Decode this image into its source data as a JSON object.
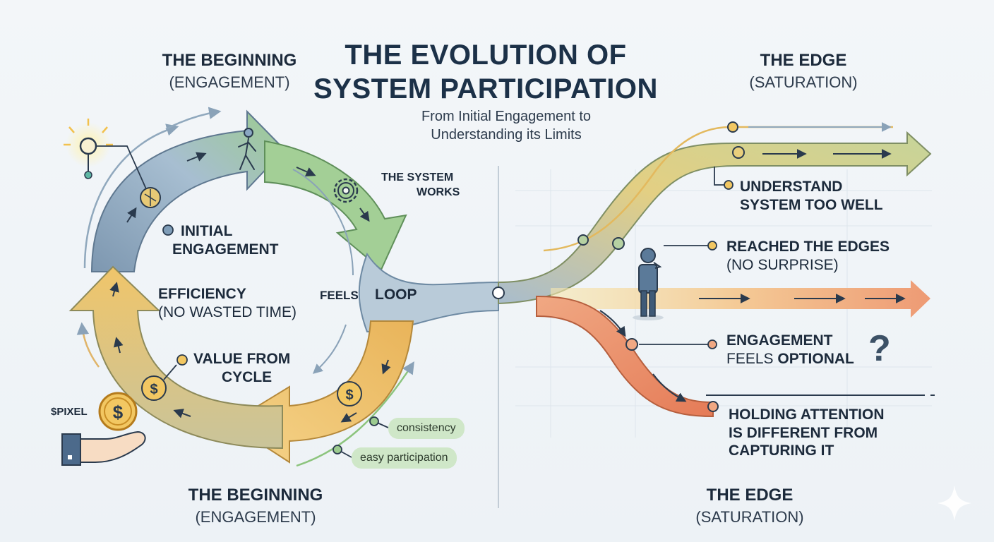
{
  "title": {
    "line1": "THE EVOLUTION OF",
    "line2": "SYSTEM PARTICIPATION"
  },
  "subtitle": {
    "line1": "From Initial Engagement to",
    "line2": "Understanding its Limits"
  },
  "left_header_top": {
    "bold": "THE BEGINNING",
    "regular": "(ENGAGEMENT)"
  },
  "right_header_top": {
    "bold": "THE EDGE",
    "regular": "(SATURATION)"
  },
  "left_header_bottom": {
    "bold": "THE BEGINNING",
    "regular": "(ENGAGEMENT)"
  },
  "right_header_bottom": {
    "bold": "THE EDGE",
    "regular": "(SATURATION)"
  },
  "loop": {
    "system_works": {
      "line1": "THE SYSTEM",
      "line2": "WORKS"
    },
    "initial": {
      "line1": "INITIAL",
      "line2": "ENGAGEMENT"
    },
    "efficiency": {
      "line1": "EFFICIENCY",
      "line2": "(NO WASTED TIME)"
    },
    "feels": "FEELS",
    "loop": "LOOP",
    "value": {
      "line1": "VALUE FROM",
      "line2": "CYCLE"
    },
    "pixel": "$PIXEL",
    "pill_consistency": "consistency",
    "pill_easy": "easy participation"
  },
  "edge": {
    "understand": {
      "line1": "UNDERSTAND",
      "line2": "SYSTEM TOO WELL"
    },
    "reached": {
      "line1": "REACHED THE EDGES",
      "line2": "(NO SURPRISE)"
    },
    "engagement": {
      "bold1": "ENGAGEMENT",
      "reg2": "FEELS",
      "bold2": "OPTIONAL"
    },
    "question": "?",
    "holding": {
      "line1": "HOLDING ATTENTION",
      "line2": "IS DIFFERENT FROM",
      "line3": "CAPTURING IT"
    }
  },
  "colors": {
    "blue_band": "#7f9db8",
    "green_band": "#9ccb8f",
    "yellow_band": "#f0c56a",
    "orange_band": "#ec8f68",
    "dark_text": "#1c2a3b"
  },
  "icons": [
    "lightbulb-icon",
    "walking-person-icon",
    "gear-icon",
    "dollar-coin-icon",
    "hand-coin-icon",
    "thinking-person-icon",
    "question-icon",
    "sparkle-icon"
  ]
}
